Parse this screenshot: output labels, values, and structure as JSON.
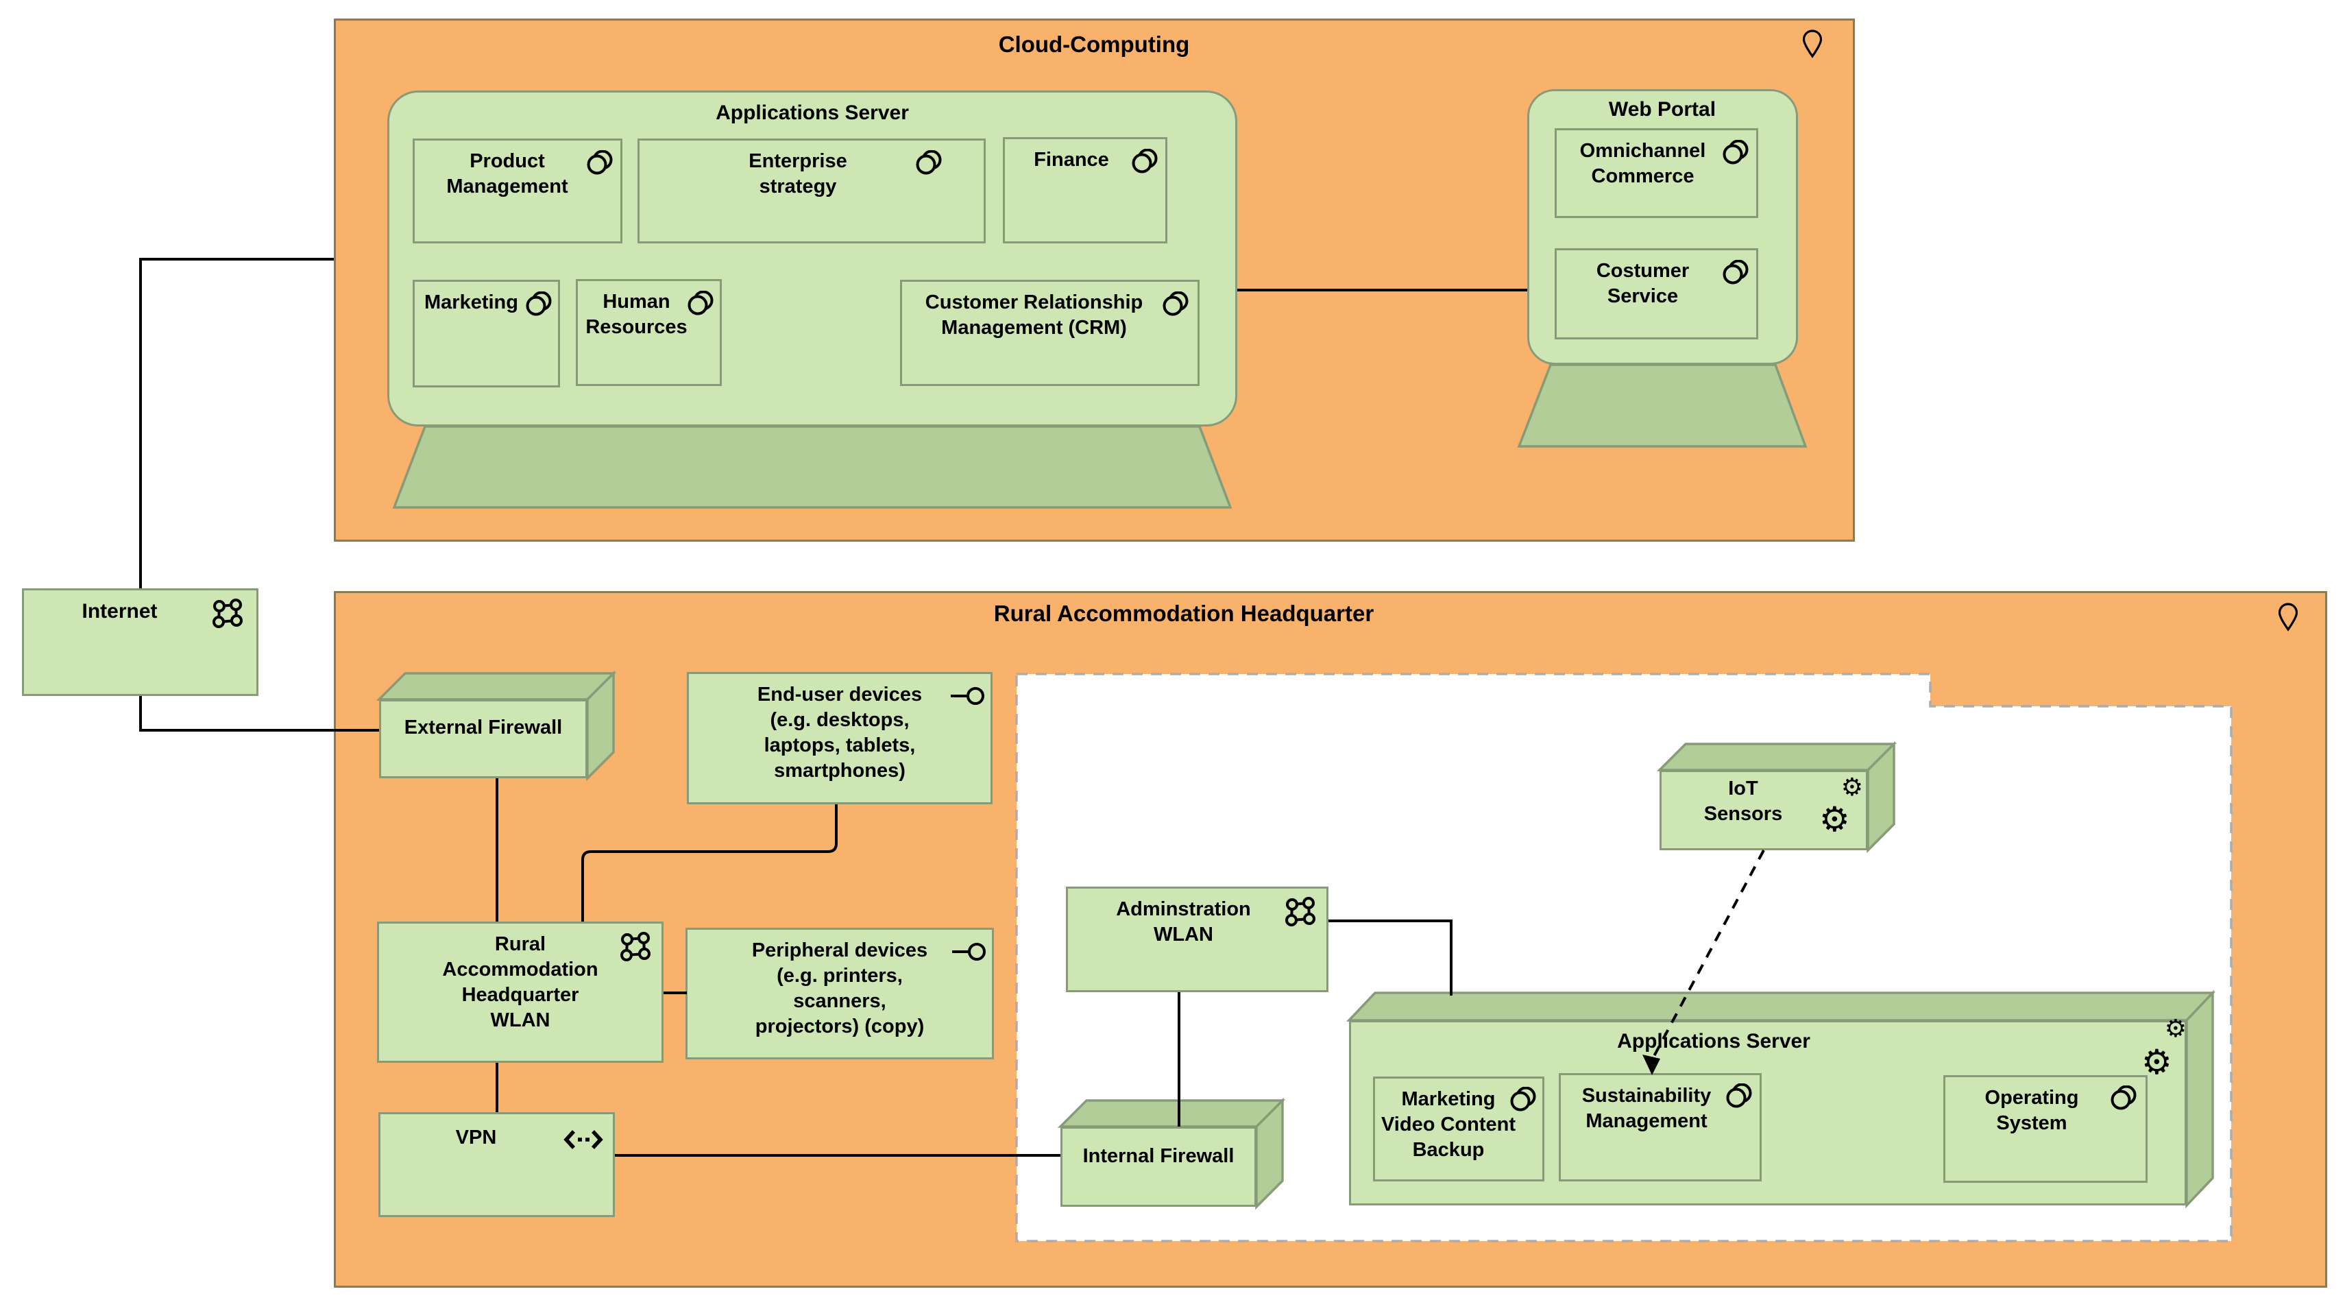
{
  "colors": {
    "container_fill": "#f8b26b",
    "container_border": "#8c7a50",
    "node_fill": "#cee5b4",
    "node_border": "#879b78",
    "node_side_fill": "#b2cd98",
    "zone_fill": "#ffffff",
    "zone_border": "#adadad",
    "connector": "#000000"
  },
  "cloud": {
    "title": "Cloud-Computing",
    "app_server": {
      "label": "Applications Server",
      "components": [
        "Product\nManagement",
        "Enterprise\nstrategy",
        "Finance",
        "Marketing",
        "Human\nResources",
        "Customer Relationship\nManagement (CRM)"
      ]
    },
    "web_portal": {
      "label": "Web Portal",
      "components": [
        "Omnichannel\nCommerce",
        "Costumer\nService"
      ]
    }
  },
  "internet": {
    "label": "Internet"
  },
  "rah": {
    "title": "Rural Accommodation Headquarter",
    "external_firewall": "External Firewall",
    "end_user_devices": "End-user devices\n(e.g. desktops,\nlaptops, tablets,\nsmartphones)",
    "wlan": "Rural\nAccommodation\nHeadquarter\nWLAN",
    "peripheral_devices": "Peripheral devices\n(e.g. printers,\nscanners,\nprojectors) (copy)",
    "vpn": "VPN",
    "internal_firewall": "Internal Firewall",
    "iot_sensors": "IoT\nSensors",
    "admin_wlan": "Adminstration\nWLAN",
    "app_server": {
      "label": "Applications Server",
      "components": [
        "Marketing\nVideo Content\nBackup",
        "Sustainability\nManagement",
        "Operating\nSystem"
      ]
    }
  }
}
